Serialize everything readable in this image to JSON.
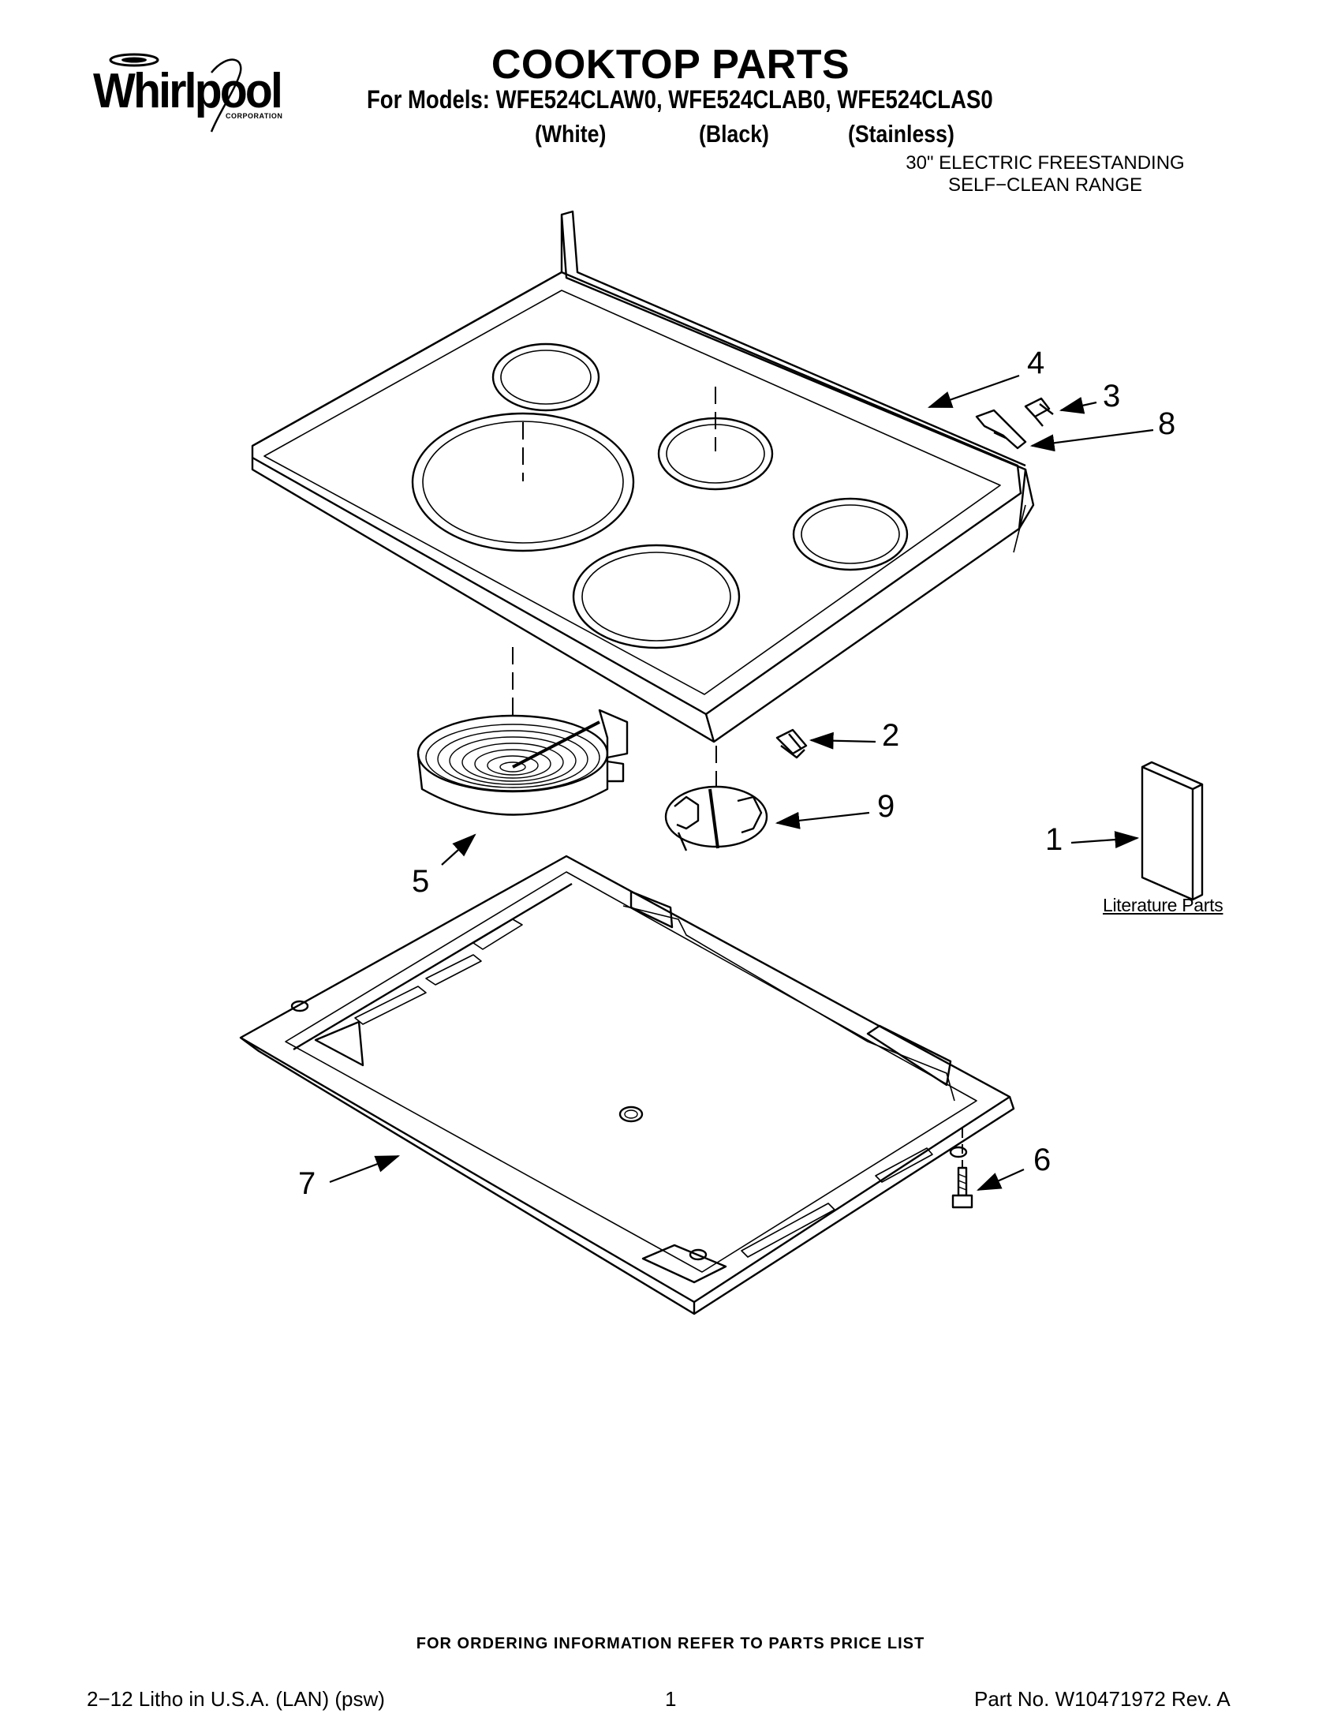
{
  "header": {
    "brand": "Whirlpool",
    "brand_sub": "CORPORATION",
    "title": "COOKTOP PARTS",
    "models": "For Models: WFE524CLAW0, WFE524CLAB0, WFE524CLAS0",
    "colors": [
      "(White)",
      "(Black)",
      "(Stainless)"
    ],
    "description_line1": "30\" ELECTRIC FREESTANDING",
    "description_line2": "SELF−CLEAN RANGE"
  },
  "callouts": [
    "1",
    "2",
    "3",
    "4",
    "5",
    "6",
    "7",
    "8",
    "9"
  ],
  "literature_label": "Literature Parts",
  "footer": {
    "ordering_note": "FOR ORDERING INFORMATION REFER TO PARTS PRICE LIST",
    "litho": "2−12 Litho in U.S.A. (LAN) (psw)",
    "page": "1",
    "part_no": "Part No. W10471972 Rev. A"
  }
}
